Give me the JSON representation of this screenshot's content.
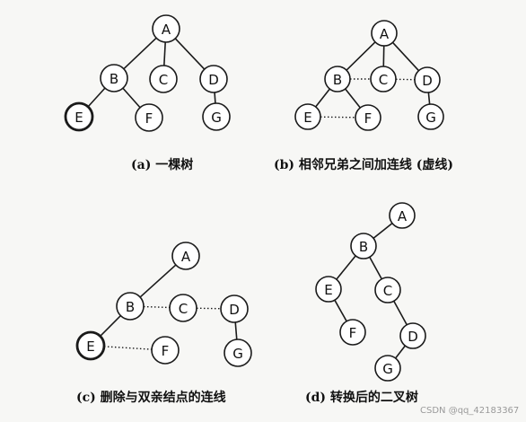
{
  "panels": {
    "a": {
      "caption": "(a) 一棵树"
    },
    "b": {
      "caption": "(b) 相邻兄弟之间加连线 (虚线)"
    },
    "c": {
      "caption": "(c) 删除与双亲结点的连线"
    },
    "d": {
      "caption": "(d) 转换后的二叉树"
    }
  },
  "watermark": "CSDN @qq_42183367",
  "diagrams": {
    "a": {
      "nodes": {
        "A": "A",
        "B": "B",
        "C": "C",
        "D": "D",
        "E": "E",
        "F": "F",
        "G": "G"
      },
      "edges": [
        [
          "A",
          "B"
        ],
        [
          "A",
          "C"
        ],
        [
          "A",
          "D"
        ],
        [
          "B",
          "E"
        ],
        [
          "B",
          "F"
        ],
        [
          "D",
          "G"
        ]
      ],
      "dotted": []
    },
    "b": {
      "nodes": {
        "A": "A",
        "B": "B",
        "C": "C",
        "D": "D",
        "E": "E",
        "F": "F",
        "G": "G"
      },
      "edges": [
        [
          "A",
          "B"
        ],
        [
          "A",
          "C"
        ],
        [
          "A",
          "D"
        ],
        [
          "B",
          "E"
        ],
        [
          "B",
          "F"
        ],
        [
          "D",
          "G"
        ]
      ],
      "dotted": [
        [
          "B",
          "C"
        ],
        [
          "C",
          "D"
        ],
        [
          "E",
          "F"
        ]
      ]
    },
    "c": {
      "nodes": {
        "A": "A",
        "B": "B",
        "C": "C",
        "D": "D",
        "E": "E",
        "F": "F",
        "G": "G"
      },
      "edges": [
        [
          "A",
          "B"
        ],
        [
          "B",
          "E"
        ],
        [
          "D",
          "G"
        ]
      ],
      "dotted": [
        [
          "B",
          "C"
        ],
        [
          "C",
          "D"
        ],
        [
          "E",
          "F"
        ]
      ]
    },
    "d": {
      "nodes": {
        "A": "A",
        "B": "B",
        "C": "C",
        "D": "D",
        "E": "E",
        "F": "F",
        "G": "G"
      },
      "edges": [
        [
          "A",
          "B"
        ],
        [
          "B",
          "E"
        ],
        [
          "B",
          "C"
        ],
        [
          "E",
          "F"
        ],
        [
          "C",
          "D"
        ],
        [
          "D",
          "G"
        ]
      ],
      "dotted": []
    }
  }
}
